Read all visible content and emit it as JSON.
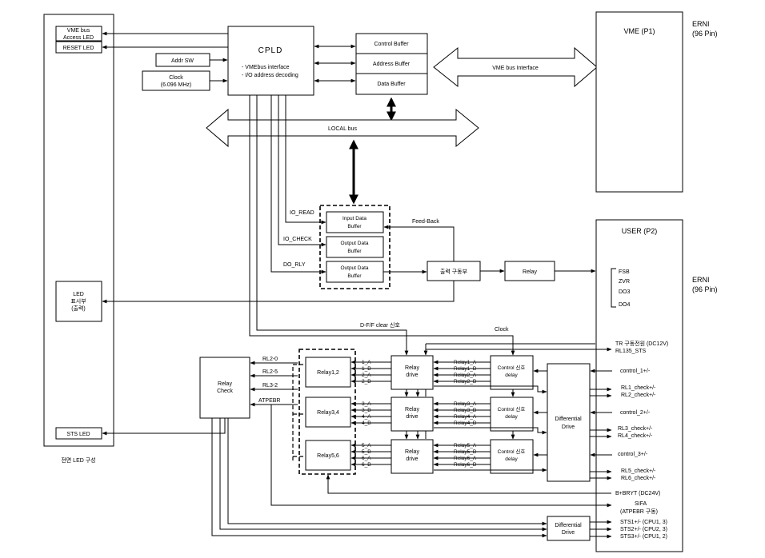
{
  "front_panel": {
    "vme_access_led": [
      "VME bus",
      "Access LED"
    ],
    "reset_led": "RESET LED",
    "led_display": [
      "LED",
      "표시부",
      "(출력)"
    ],
    "sts_led": "STS LED",
    "caption": "전면 LED 구성"
  },
  "cpld": {
    "title": "CPLD",
    "lines": [
      "- VMEbus interface",
      "- I/O address decoding"
    ]
  },
  "addr_sw": "Addr SW",
  "clock_box": [
    "Clock",
    "(6.096 MHz)"
  ],
  "buffers": {
    "control": "Control Buffer",
    "address": "Address Buffer",
    "data": "Data Buffer"
  },
  "vme_bus_interface": "VME bus Interface",
  "local_bus": "LOCAL bus",
  "vme_p1": "VME (P1)",
  "erni_top": [
    "ERNI",
    "(96 Pin)"
  ],
  "user_p2": "USER (P2)",
  "erni_mid": [
    "ERNI",
    "(96 Pin)"
  ],
  "io_signals": [
    "IO_READ",
    "IO_CHECK",
    "DO_RLY"
  ],
  "io_buffers": [
    [
      "Input Data",
      "Buffer"
    ],
    [
      "Output Data",
      "Buffer"
    ],
    [
      "Output Data",
      "Buffer"
    ]
  ],
  "feedback": "Feed-Back",
  "output_driver": "출력 구동부",
  "relay": "Relay",
  "relay_outputs": [
    "FSB",
    "ZVR",
    "DO3",
    "DO4"
  ],
  "df_clear": "D-F/F clear 신호",
  "clock_label": "Clock",
  "relay_check": [
    "Relay",
    "Check"
  ],
  "rl_labels": [
    "RL2-0",
    "RL2-5",
    "RL3-2",
    "ATPEBR"
  ],
  "relay_pairs": [
    "Relay1,2",
    "Relay3,4",
    "Relay5,6"
  ],
  "relay_drive": [
    "Relay",
    "drive"
  ],
  "control_delay": [
    "Control 신호",
    "delay"
  ],
  "group1": {
    "left_lines": [
      "1_A",
      "1_B",
      "2_A",
      "2_B"
    ],
    "right_lines": [
      "Relay1_A",
      "Relay1_B",
      "Relay2_A",
      "Relay2_B"
    ]
  },
  "group2": {
    "left_lines": [
      "3_A",
      "3_B",
      "4_A",
      "4_B"
    ],
    "right_lines": [
      "Relay3_A",
      "Relay3_B",
      "Relay4_A",
      "Relay4_B"
    ]
  },
  "group3": {
    "left_lines": [
      "5_A",
      "5_B",
      "6_A",
      "6_B"
    ],
    "right_lines": [
      "Relay5_A",
      "Relay5_B",
      "Relay6_A",
      "Relay6_B"
    ]
  },
  "differential_drive": [
    "Differential",
    "Drive"
  ],
  "differential_drive2": [
    "Differential",
    "Drive"
  ],
  "right_signals": {
    "tr_power": "TR 구동전원 (DC12V)",
    "rl135_sts": "RL135_STS",
    "control1": "control_1+/-",
    "rl1_check": "RL1_check+/-",
    "rl2_check": "RL2_check+/-",
    "control2": "control_2+/-",
    "rl3_check": "RL3_check+/-",
    "rl4_check": "RL4_check+/-",
    "control3": "control_3+/-",
    "rl5_check": "RL5_check+/-",
    "rl6_check": "RL6_check+/-",
    "bbryt": "B+BRYT (DC24V)",
    "sifa": [
      "SIFA",
      "(ATPEBR 구동)"
    ],
    "sts1": "STS1+/- (CPU1, 3)",
    "sts2": "STS2+/- (CPU2, 3)",
    "sts3": "STS3+/- (CPU1, 2)"
  }
}
